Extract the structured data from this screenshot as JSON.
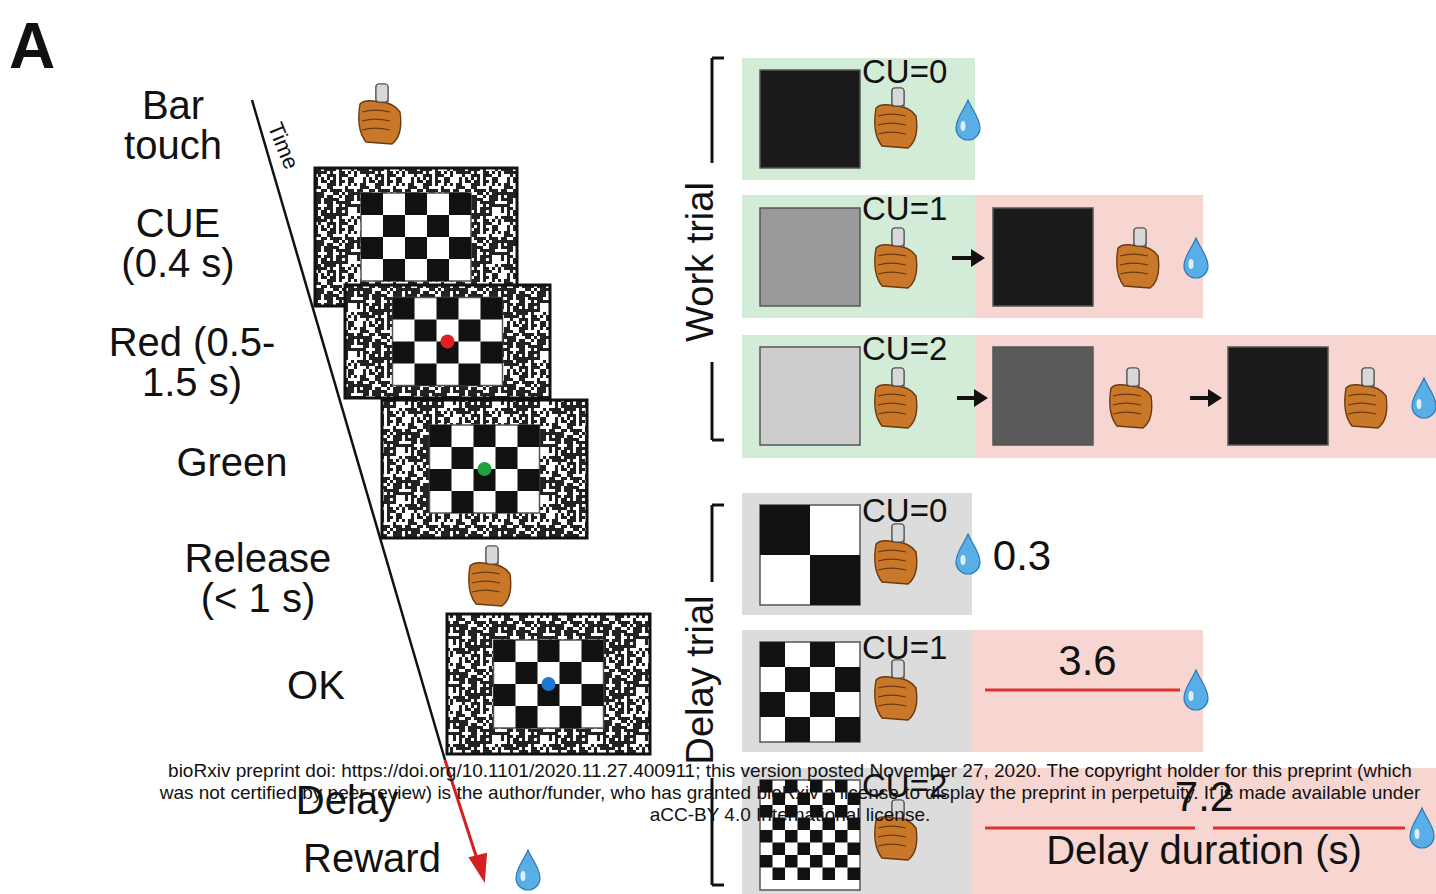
{
  "diagram": {
    "nodes": [
      {
        "text": [
          "CU=0"
        ]
      },
      {
        "text": [
          "CU=1"
        ]
      },
      {
        "text": [
          "CU=2"
        ]
      },
      {
        "text": [
          "CU=0"
        ]
      },
      {
        "text": [
          "CU=1"
        ]
      },
      {
        "text": [
          "3.6"
        ]
      },
      {
        "text": [
          "CU=2"
        ]
      },
      {
        "text": [
          "7.2",
          "Delay duration (s)"
        ]
      }
    ],
    "labels": [
      "A",
      "Bar touch",
      "Time",
      "CUE (0.4 s)",
      "Red (0.5-1.5 s)",
      "Green",
      "Release (< 1 s)",
      "OK",
      "Delay",
      "Reward",
      "Work trial",
      "Delay trial",
      "0.3",
      "bioRxiv preprint doi: https://doi.org/10.1101/2020.11.27.400911; this version posted November 27, 2020. The copyright holder for this preprint (which was not certified by peer review) is the author/funder, who has granted bioRxiv a license to display the preprint in perpetuity. It is made available under aCC-BY 4.0 International license."
    ]
  }
}
